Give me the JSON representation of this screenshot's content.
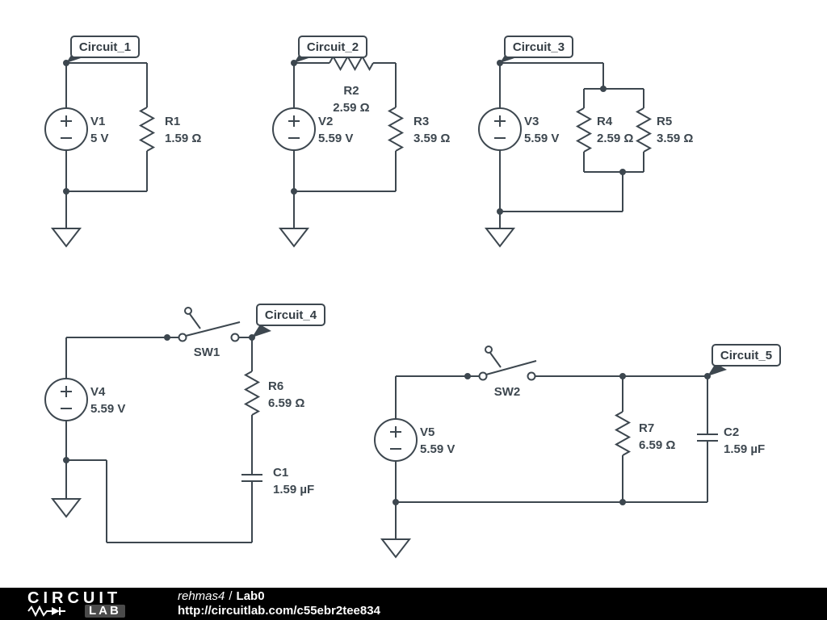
{
  "colors": {
    "ink": "#3d474f",
    "bg": "#ffffff",
    "footer_bg": "#000000"
  },
  "circuit1": {
    "callout": "Circuit_1",
    "source_name": "V1",
    "source_value": "5 V",
    "r1_name": "R1",
    "r1_value": "1.59 Ω"
  },
  "circuit2": {
    "callout": "Circuit_2",
    "source_name": "V2",
    "source_value": "5.59 V",
    "r2_name": "R2",
    "r2_value": "2.59 Ω",
    "r3_name": "R3",
    "r3_value": "3.59 Ω"
  },
  "circuit3": {
    "callout": "Circuit_3",
    "source_name": "V3",
    "source_value": "5.59 V",
    "r4_name": "R4",
    "r4_value": "2.59 Ω",
    "r5_name": "R5",
    "r5_value": "3.59 Ω"
  },
  "circuit4": {
    "callout": "Circuit_4",
    "source_name": "V4",
    "source_value": "5.59 V",
    "switch_name": "SW1",
    "r6_name": "R6",
    "r6_value": "6.59 Ω",
    "cap_name": "C1",
    "cap_value": "1.59 µF"
  },
  "circuit5": {
    "callout": "Circuit_5",
    "source_name": "V5",
    "source_value": "5.59 V",
    "switch_name": "SW2",
    "r7_name": "R7",
    "r7_value": "6.59 Ω",
    "cap_name": "C2",
    "cap_value": "1.59 µF"
  },
  "footer": {
    "logo_top": "CIRCUIT",
    "logo_lab": "LAB",
    "username": "rehmas4",
    "separator": "/",
    "project": "Lab0",
    "url": "http://circuitlab.com/c55ebr2tee834"
  }
}
